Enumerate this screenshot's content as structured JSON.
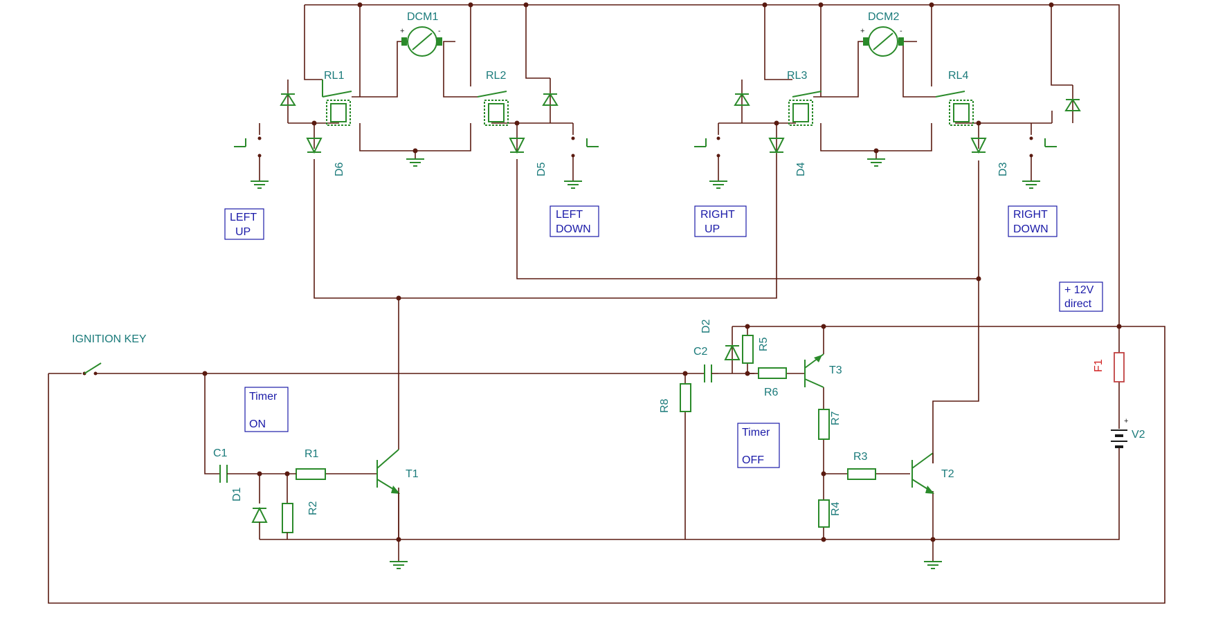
{
  "components": {
    "DCM1": "DCM1",
    "DCM2": "DCM2",
    "RL1": "RL1",
    "RL2": "RL2",
    "RL3": "RL3",
    "RL4": "RL4",
    "D1": "D1",
    "D2": "D2",
    "D3": "D3",
    "D4": "D4",
    "D5": "D5",
    "D6": "D6",
    "R1": "R1",
    "R2": "R2",
    "R3": "R3",
    "R4": "R4",
    "R5": "R5",
    "R6": "R6",
    "R7": "R7",
    "R8": "R8",
    "C1": "C1",
    "C2": "C2",
    "T1": "T1",
    "T2": "T2",
    "T3": "T3",
    "F1": "F1",
    "V2": "V2"
  },
  "labels": {
    "ignition": "IGNITION KEY",
    "left_up": [
      "LEFT",
      "UP"
    ],
    "left_down": [
      "LEFT",
      "DOWN"
    ],
    "right_up": [
      "RIGHT",
      "UP"
    ],
    "right_down": [
      "RIGHT",
      "DOWN"
    ],
    "supply": [
      "+ 12V",
      "direct"
    ],
    "timer_on": [
      "Timer",
      "ON"
    ],
    "timer_off": [
      "Timer",
      "OFF"
    ]
  },
  "polarity": {
    "plus": "+",
    "minus": "-"
  },
  "colors": {
    "wire": "#5a1a10",
    "component": "#2a8a2a",
    "label": "#1a7a7a",
    "box": "#1a1aa8",
    "fuse": "#d02020"
  }
}
